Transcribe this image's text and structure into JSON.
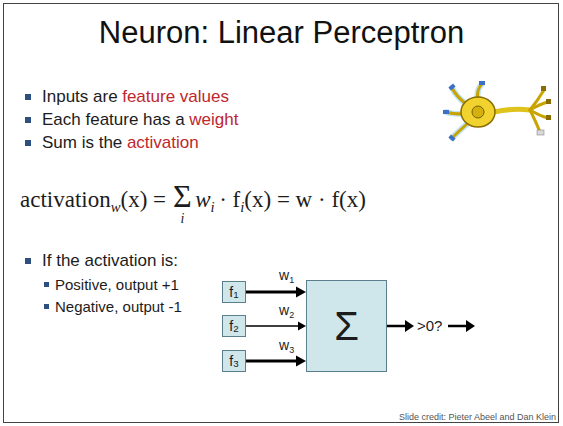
{
  "diagram": {
    "title": "Neuron: Linear Perceptron",
    "nodes": [
      {
        "text": [
          "f",
          "1"
        ]
      },
      {
        "text": [
          "f",
          "2"
        ]
      },
      {
        "text": [
          "f",
          "3"
        ]
      },
      {
        "text": [
          "Σ"
        ]
      }
    ],
    "edges": [
      {
        "from": 0,
        "to": 3,
        "arrow": "to"
      },
      {
        "from": 1,
        "to": 3,
        "arrow": "to"
      },
      {
        "from": 2,
        "to": 3,
        "arrow": "to"
      }
    ],
    "labels": [
      "Inputs are",
      "feature values",
      "Each feature has a",
      "weight",
      "Sum is the",
      "activation",
      "activation",
      "w",
      "(x) =",
      "Σ",
      "i",
      "w",
      "i",
      "· f",
      "i",
      "(x) = w · f(x)",
      "If the activation is:",
      "Positive, output +1",
      "Negative, output -1",
      "w",
      "1",
      "w",
      "2",
      "w",
      "3",
      ">0?",
      "Slide credit: Pieter Abeel and Dan Klein"
    ]
  }
}
